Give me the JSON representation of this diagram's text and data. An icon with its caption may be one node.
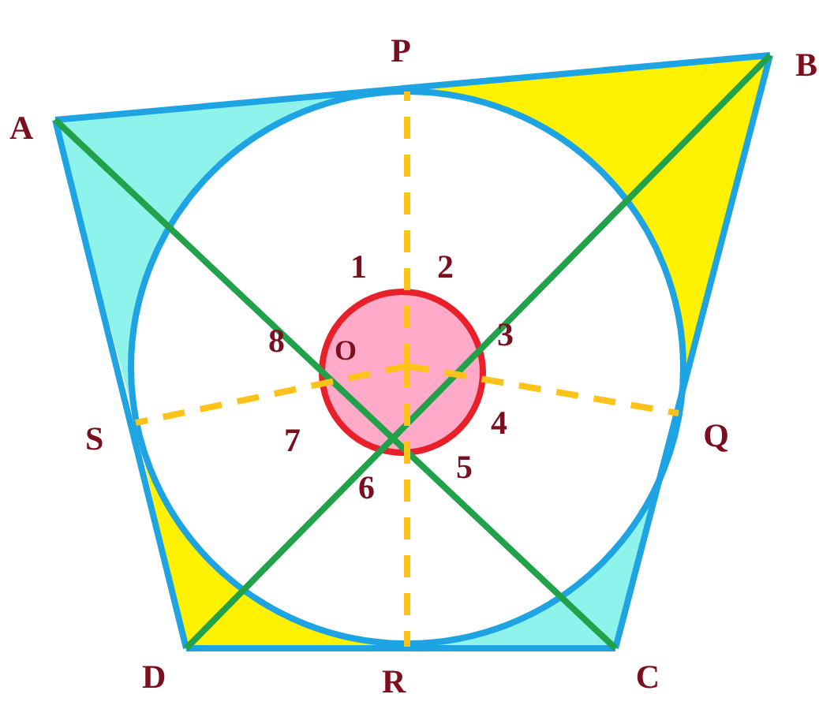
{
  "diagram": {
    "nodes": [
      {
        "text": [
          "P"
        ]
      },
      {
        "text": [
          "B"
        ]
      },
      {
        "text": [
          "A"
        ]
      },
      {
        "text": [
          "O"
        ]
      },
      {
        "text": [
          "S"
        ]
      },
      {
        "text": [
          "Q"
        ]
      },
      {
        "text": [
          "D"
        ]
      },
      {
        "text": [
          "R"
        ]
      },
      {
        "text": [
          "C"
        ]
      }
    ],
    "edges": [
      {
        "from": 2,
        "to": 1,
        "arrow": "none",
        "color": "#1ea3e3"
      },
      {
        "from": 1,
        "to": 8,
        "arrow": "none",
        "color": "#1ea3e3"
      },
      {
        "from": 8,
        "to": 6,
        "arrow": "none",
        "color": "#1ea3e3"
      },
      {
        "from": 6,
        "to": 2,
        "arrow": "none",
        "color": "#1ea3e3"
      },
      {
        "from": 2,
        "to": 8,
        "arrow": "none",
        "color": "#22a14b"
      },
      {
        "from": 1,
        "to": 6,
        "arrow": "none",
        "color": "#22a14b"
      },
      {
        "from": 3,
        "to": 0,
        "arrow": "none",
        "style": "dashed",
        "color": "#ffc21a"
      },
      {
        "from": 3,
        "to": 5,
        "arrow": "none",
        "style": "dashed",
        "color": "#ffc21a"
      },
      {
        "from": 3,
        "to": 7,
        "arrow": "none",
        "style": "dashed",
        "color": "#ffc21a"
      },
      {
        "from": 3,
        "to": 4,
        "arrow": "none",
        "style": "dashed",
        "color": "#ffc21a"
      }
    ],
    "labels": [
      "1",
      "2",
      "8",
      "3",
      "7",
      "4",
      "6",
      "5"
    ]
  }
}
